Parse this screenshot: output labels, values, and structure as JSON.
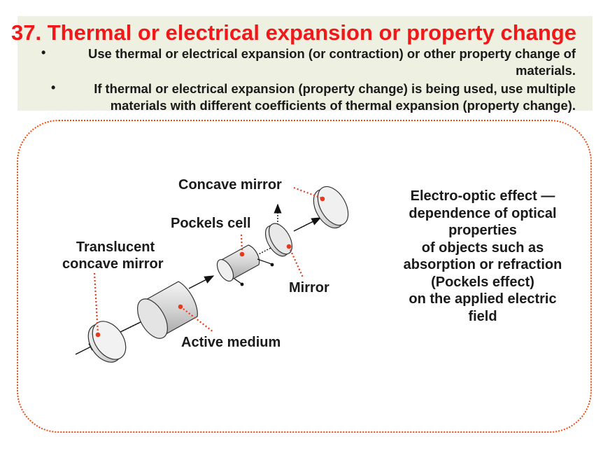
{
  "title": "37. Thermal or electrical expansion or property change",
  "bullets": [
    "Use thermal or electrical expansion (or contraction) or other property change of materials.",
    "If thermal or electrical expansion (property change) is being used, use multiple materials with different coefficients of thermal expansion (property change)."
  ],
  "bullet_symbol": "•",
  "diagram": {
    "labels": {
      "concave_mirror": "Concave mirror",
      "pockels_cell": "Pockels cell",
      "translucent_mirror_line1": "Translucent",
      "translucent_mirror_line2": "concave mirror",
      "mirror": "Mirror",
      "active_medium": "Active medium"
    },
    "description_lines": [
      "Electro-optic effect —",
      "dependence of optical",
      "properties",
      "of objects such as",
      "absorption or refraction",
      "(Pockels effect)",
      "on the applied electric",
      "field"
    ]
  },
  "colors": {
    "title": "#f01818",
    "header_bg": "#eef1e2",
    "frame_border": "#f04a10",
    "pointer": "#e8381a"
  }
}
